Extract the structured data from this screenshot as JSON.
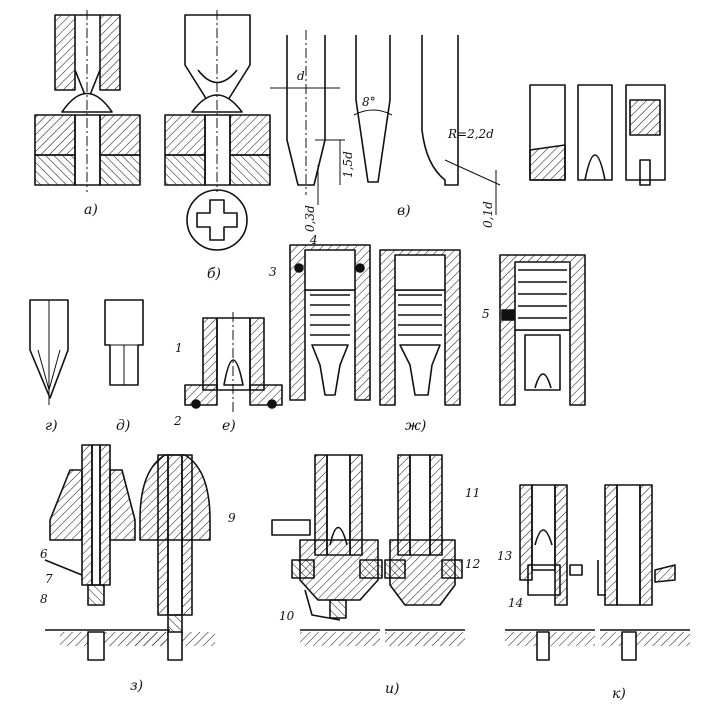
{
  "panels": {
    "a": "а)",
    "b": "б)",
    "v": "в)",
    "g": "г)",
    "d": "д)",
    "e": "е)",
    "zh": "ж)",
    "z": "з)",
    "i": "и)",
    "k": "к)"
  },
  "dimensions": {
    "d": "d",
    "angle": "8°",
    "len": "1,5d",
    "tip": "0,3d",
    "radius": "R=2,2d",
    "offset": "0,1d"
  },
  "callouts": {
    "n1": "1",
    "n2": "2",
    "n3": "3",
    "n4": "4",
    "n5": "5",
    "n6": "6",
    "n7": "7",
    "n8": "8",
    "n9": "9",
    "n10": "10",
    "n11": "11",
    "n12": "12",
    "n13": "13",
    "n14": "14"
  }
}
